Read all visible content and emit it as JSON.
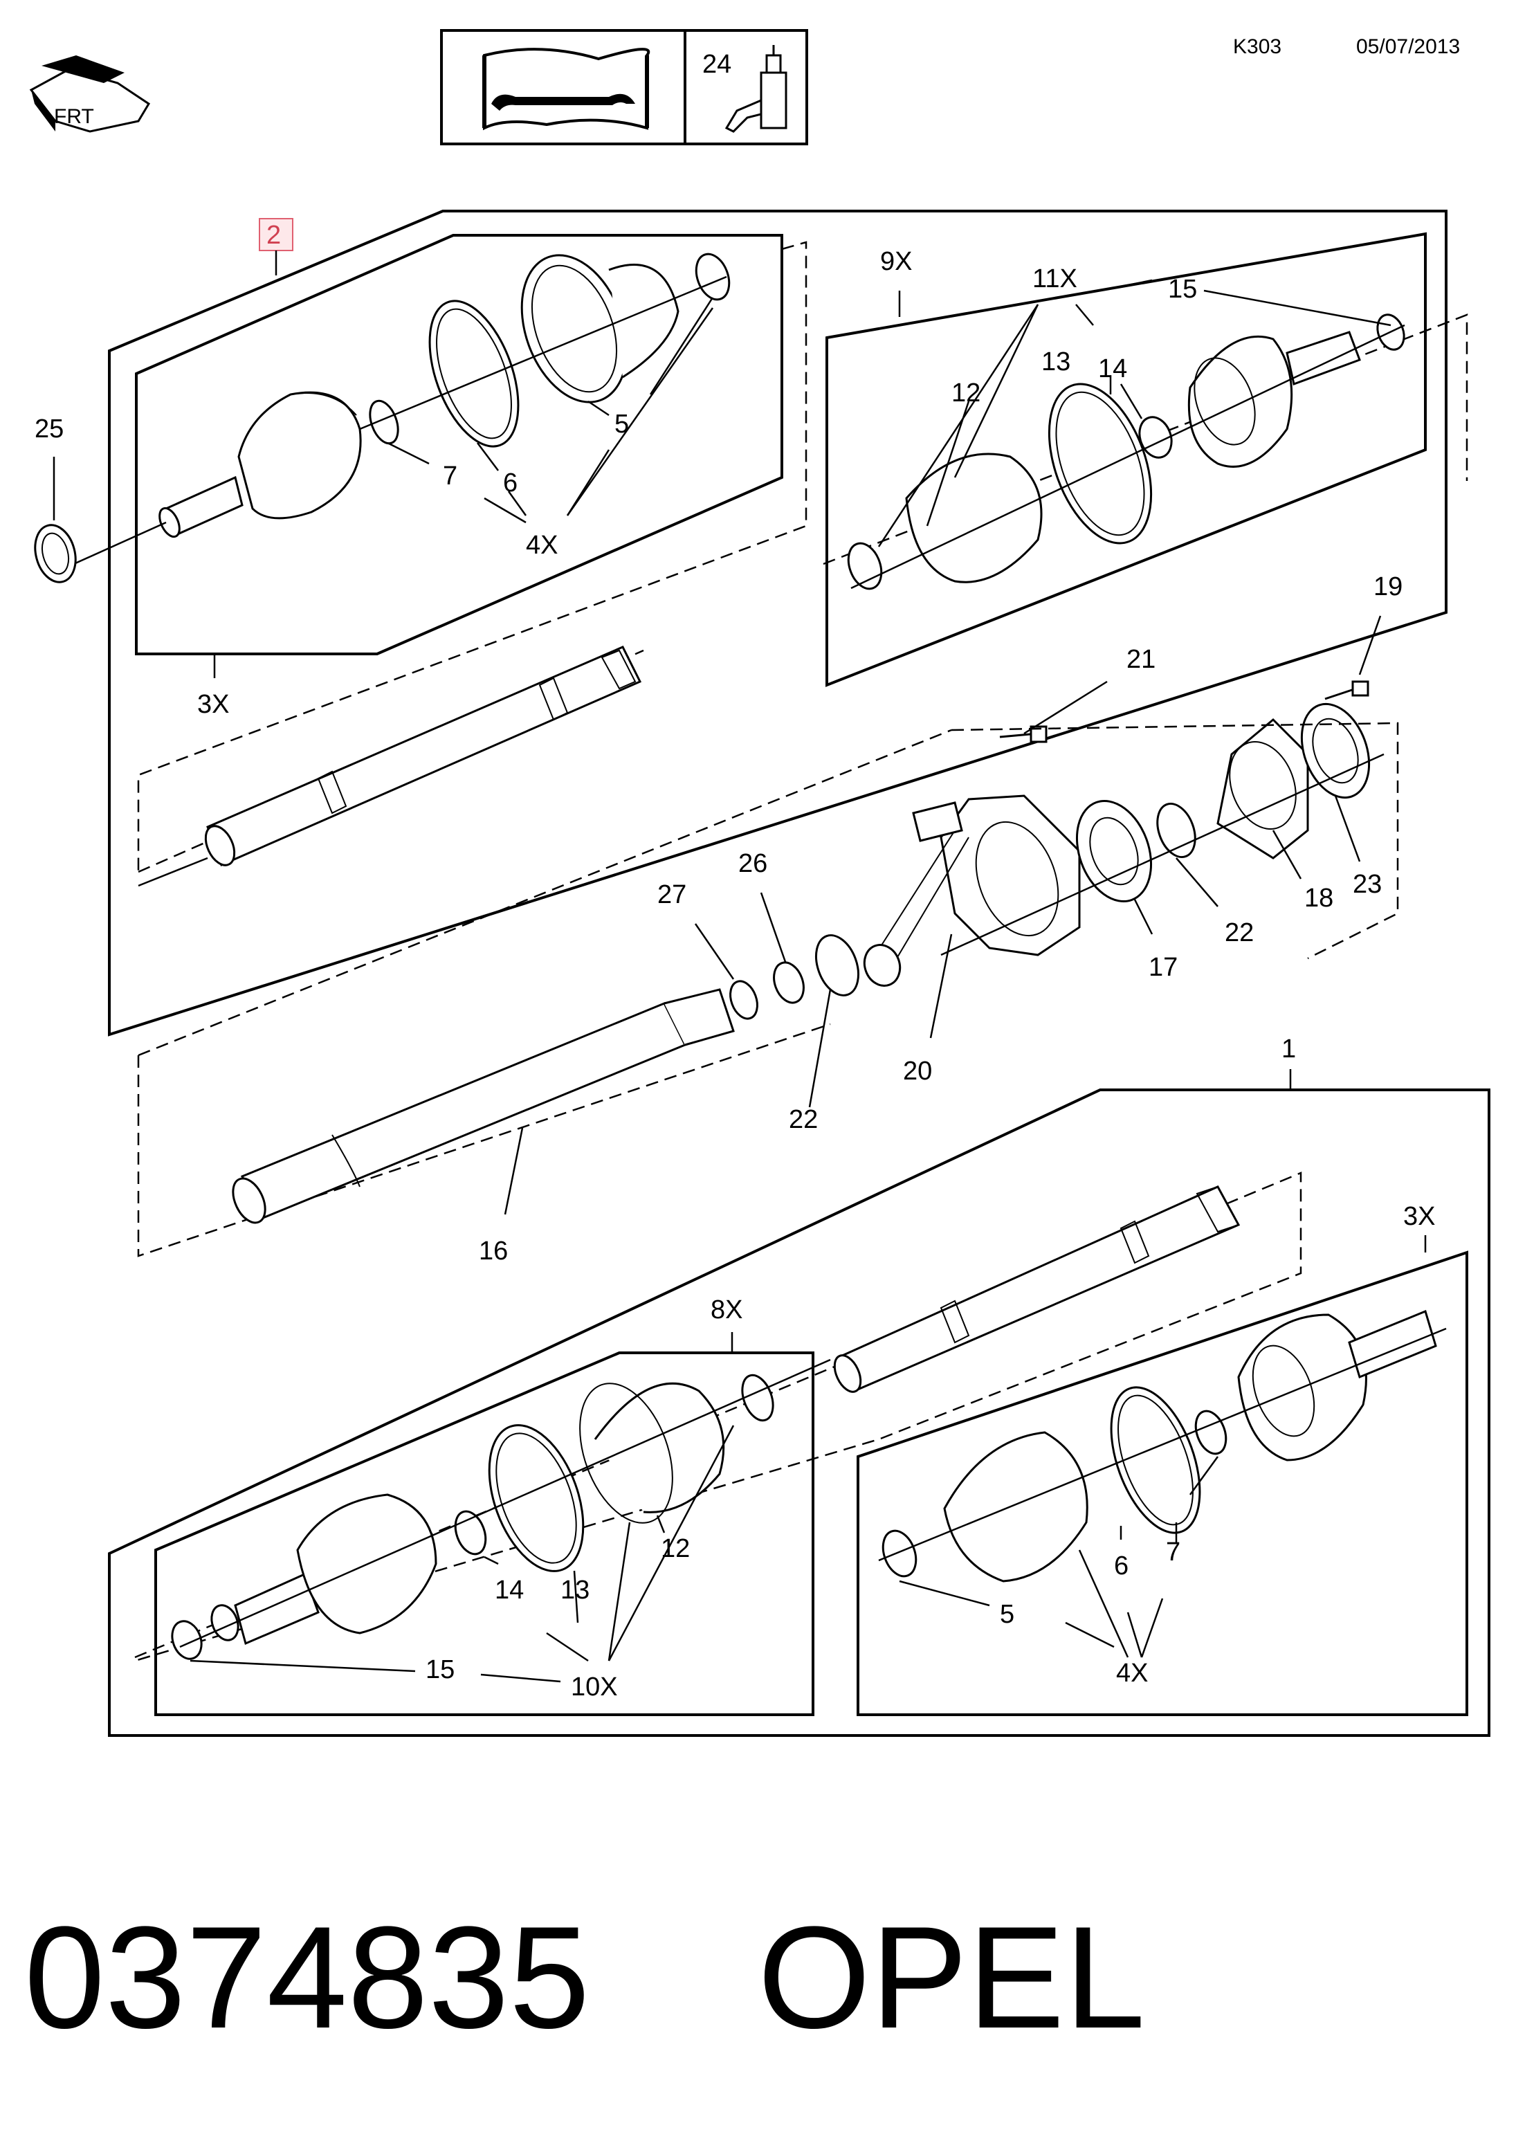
{
  "header": {
    "page_code": "K303",
    "date": "05/07/2013",
    "tool_box_number": "24",
    "front_marker": "FRT",
    "manual_icon": "service-manual-wrench-icon",
    "tool_icon": "grease-tool-icon"
  },
  "highlighted_assembly_number": "2",
  "callouts": {
    "c25": "25",
    "c7a": "7",
    "c6a": "6",
    "c4xa": "4X",
    "c5a": "5",
    "c3xa": "3X",
    "c9x": "9X",
    "c11x": "11X",
    "c15a": "15",
    "c13a": "13",
    "c14a": "14",
    "c12a": "12",
    "c19": "19",
    "c21": "21",
    "c26": "26",
    "c27": "27",
    "c17": "17",
    "c22a": "22",
    "c18": "18",
    "c23": "23",
    "c20": "20",
    "c22b": "22",
    "c16": "16",
    "c1": "1",
    "c3xb": "3X",
    "c8x": "8X",
    "c12b": "12",
    "c14b": "14",
    "c13b": "13",
    "c15b": "15",
    "c10x": "10X",
    "c6b": "6",
    "c7b": "7",
    "c5b": "5",
    "c4xb": "4X"
  },
  "footer": {
    "part_number": "0374835",
    "brand": "OPEL"
  }
}
